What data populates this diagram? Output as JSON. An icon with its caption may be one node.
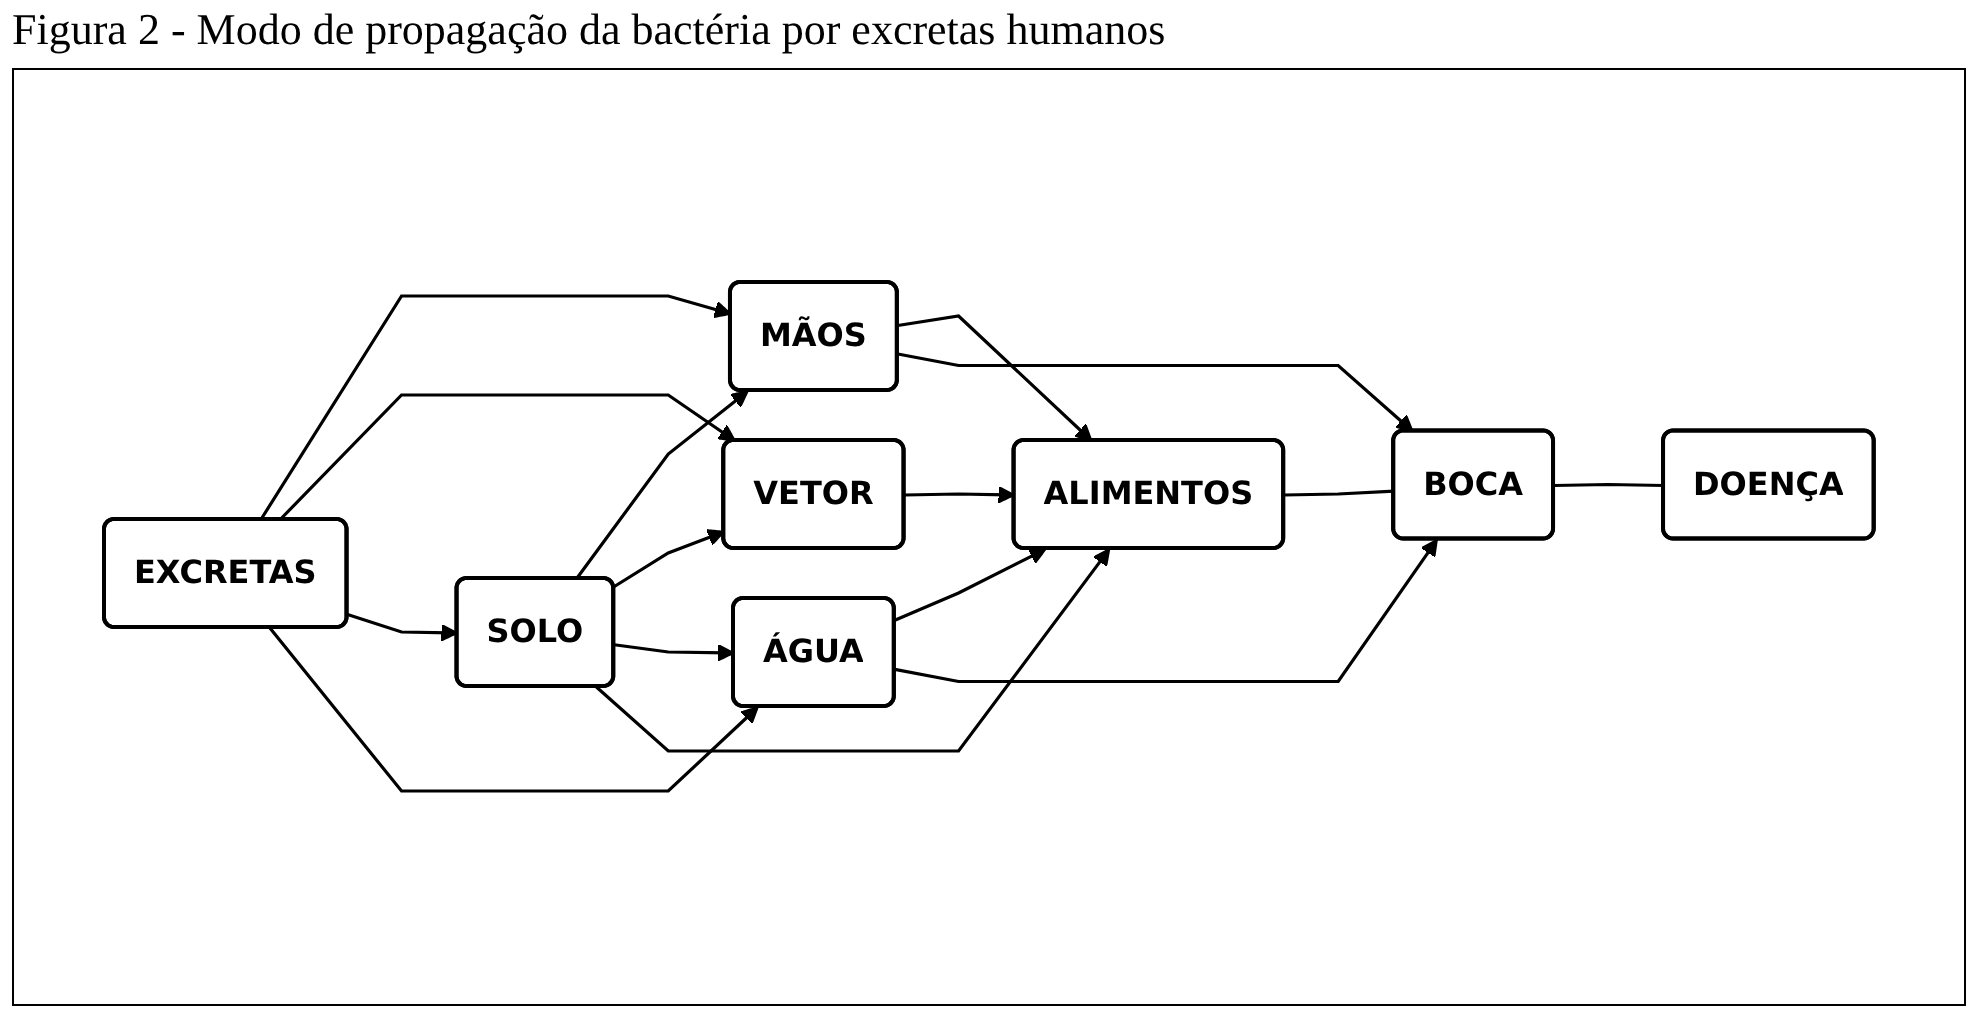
{
  "diagram": {
    "title": "Figura 2 - Modo de propagação da bactéria por excretas humanos",
    "nodes": [
      {
        "text": [
          "EXCRETAS"
        ]
      },
      {
        "text": [
          "MÃOS"
        ]
      },
      {
        "text": [
          "VETOR"
        ]
      },
      {
        "text": [
          "SOLO"
        ]
      },
      {
        "text": [
          "ÁGUA"
        ]
      },
      {
        "text": [
          "ALIMENTOS"
        ]
      },
      {
        "text": [
          "BOCA"
        ]
      },
      {
        "text": [
          "DOENÇA"
        ]
      }
    ],
    "edges": [
      {
        "from": 0,
        "to": 1,
        "arrow": "to"
      },
      {
        "from": 0,
        "to": 2,
        "arrow": "to"
      },
      {
        "from": 0,
        "to": 3,
        "arrow": "to"
      },
      {
        "from": 0,
        "to": 4,
        "arrow": "to"
      },
      {
        "from": 3,
        "to": 1,
        "arrow": "to"
      },
      {
        "from": 3,
        "to": 2,
        "arrow": "to"
      },
      {
        "from": 3,
        "to": 4,
        "arrow": "to"
      },
      {
        "from": 1,
        "to": 5,
        "arrow": "to"
      },
      {
        "from": 2,
        "to": 5,
        "arrow": "to"
      },
      {
        "from": 3,
        "to": 5,
        "arrow": "to"
      },
      {
        "from": 4,
        "to": 5,
        "arrow": "to"
      },
      {
        "from": 1,
        "to": 6,
        "arrow": "to"
      },
      {
        "from": 4,
        "to": 6,
        "arrow": "to"
      },
      {
        "from": 5,
        "to": 6,
        "arrow": "none"
      },
      {
        "from": 6,
        "to": 7,
        "arrow": "none"
      }
    ]
  }
}
